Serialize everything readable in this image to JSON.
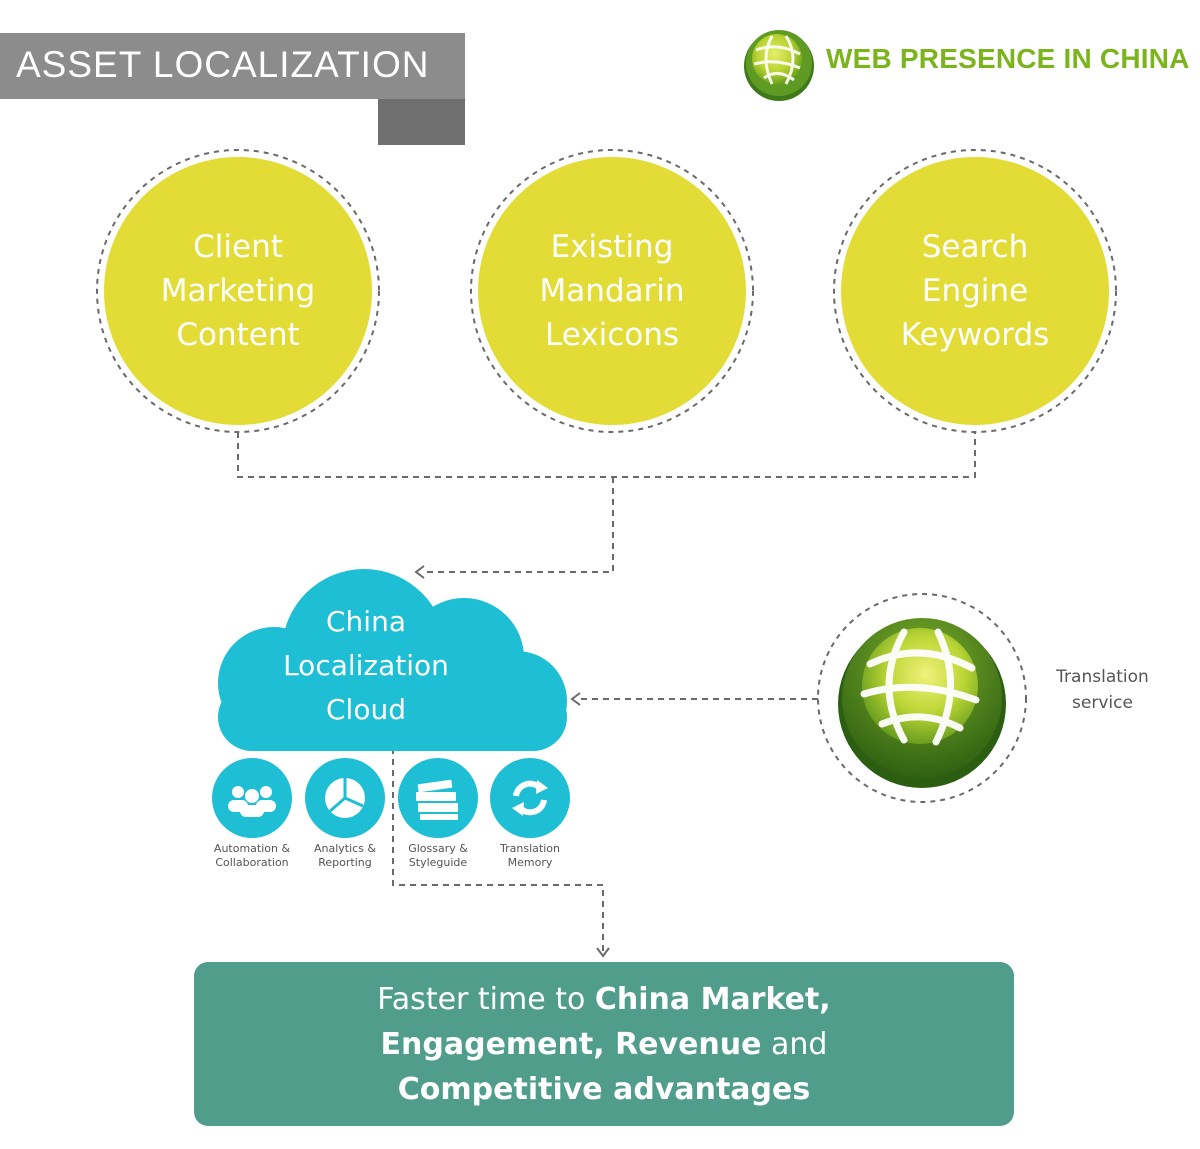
{
  "header": {
    "title": "ASSET LOCALIZATION",
    "ribbon_color": "#8c8c8c",
    "ribbon_fold_color": "#6f6f6f"
  },
  "brand": {
    "name": "WEB PRESENCE IN CHINA",
    "color": "#7cb41e",
    "logo_icon": "globe-icon"
  },
  "sources": [
    {
      "label": "Client Marketing Content"
    },
    {
      "label": "Existing Mandarin Lexicons"
    },
    {
      "label": "Search Engine Keywords"
    }
  ],
  "source_color": "#e4dc36",
  "cloud": {
    "line1": "China",
    "line2": "Localization",
    "line3": "Cloud",
    "color": "#1ebed5"
  },
  "features": [
    {
      "icon": "users-icon",
      "caption_line1": "Automation &",
      "caption_line2": "Collaboration"
    },
    {
      "icon": "pie-chart-icon",
      "caption_line1": "Analytics &",
      "caption_line2": "Reporting"
    },
    {
      "icon": "books-icon",
      "caption_line1": "Glossary &",
      "caption_line2": "Styleguide"
    },
    {
      "icon": "refresh-icon",
      "caption_line1": "Translation",
      "caption_line2": "Memory"
    }
  ],
  "service": {
    "label_line1": "Translation",
    "label_line2": "service",
    "icon": "globe-icon"
  },
  "result": {
    "l1_plain": "Faster time to ",
    "l1_bold": "China Market,",
    "l2_bold": "Engagement, Revenue",
    "l2_plain": " and",
    "l3_bold": "Competitive advantages",
    "color": "#4f9d8a"
  }
}
